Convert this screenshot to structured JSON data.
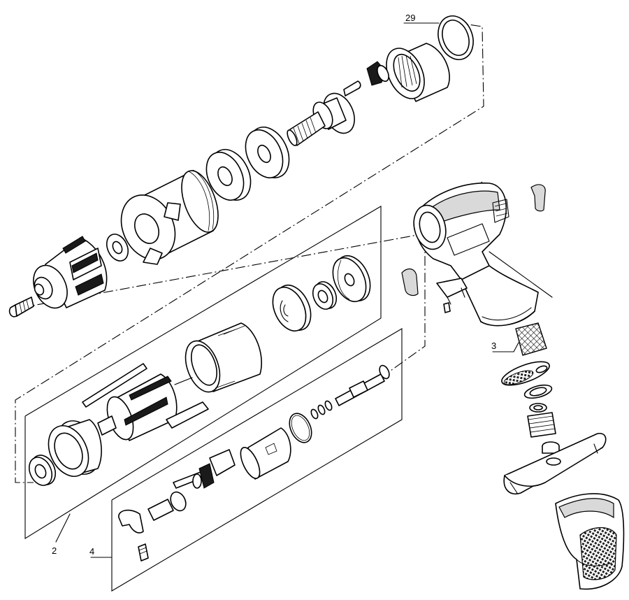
{
  "callouts": {
    "c29": "29",
    "c3": "3",
    "c2": "2",
    "c4": "4"
  },
  "colors": {
    "ink": "#000000",
    "paper": "#ffffff",
    "shade": "#d9d9d9"
  }
}
